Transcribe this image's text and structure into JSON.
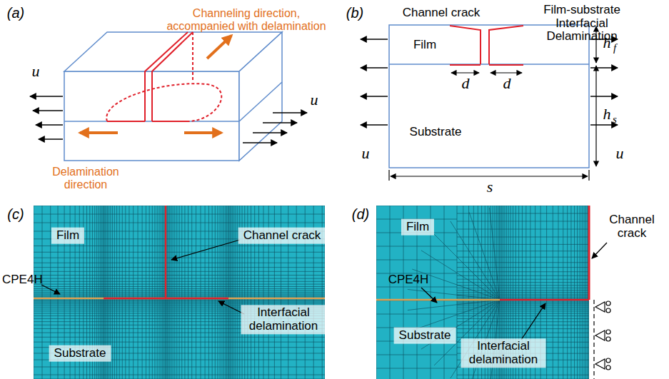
{
  "diagram": {
    "nodes": [
      {
        "text": [
          "Film"
        ]
      },
      {
        "text": [
          "Channel crack"
        ]
      },
      {
        "text": [
          "Interfacial delamination"
        ]
      },
      {
        "text": [
          "Substrate"
        ]
      },
      {
        "text": [
          "Film"
        ]
      },
      {
        "text": [
          "Interfacial delamination"
        ]
      },
      {
        "text": [
          "Substrate"
        ]
      }
    ],
    "labels": [
      "(a)",
      "Channeling direction, accompanied with delamination",
      "u",
      "u",
      "Delamination direction",
      "(b)",
      "Channel crack",
      "Film-substrate Interfacial Delamination",
      "Film",
      "Substrate",
      "d",
      "d",
      "h",
      "f",
      "h",
      "s",
      "u",
      "u",
      "s",
      "(c)",
      "CPE4H",
      "(d)",
      "CPE4H",
      "Channel crack"
    ]
  }
}
